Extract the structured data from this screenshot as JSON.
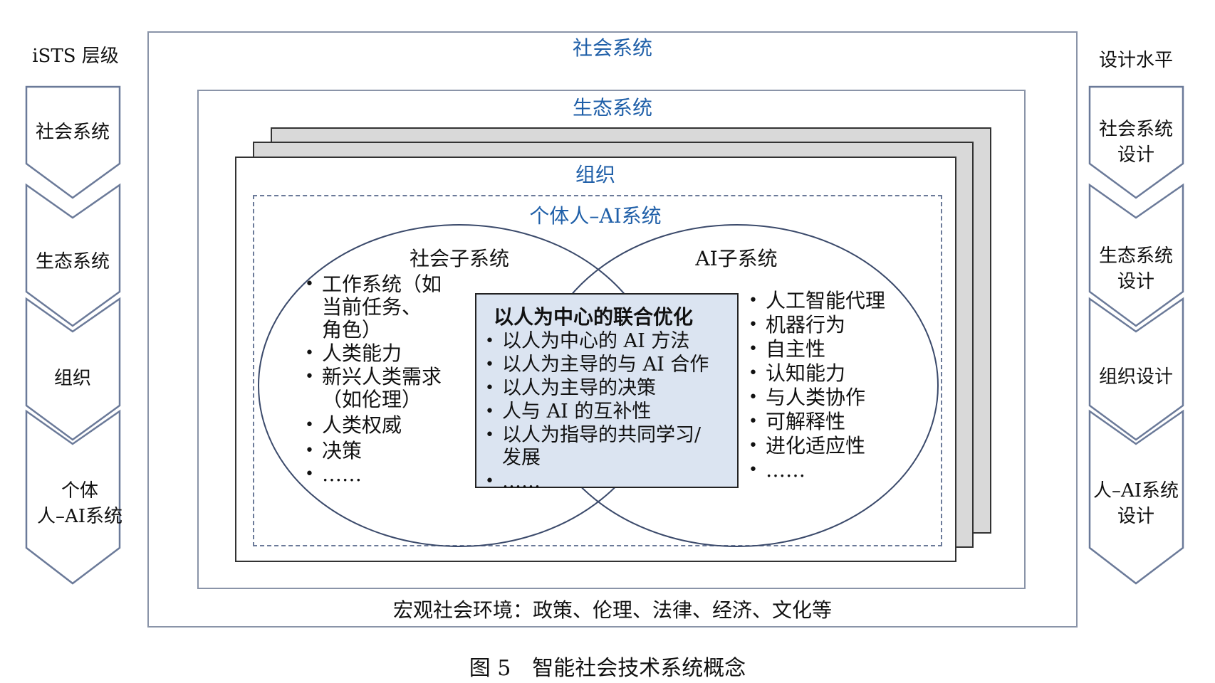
{
  "left_column": {
    "title": "iSTS 层级",
    "levels": [
      {
        "label": "社会系统"
      },
      {
        "label": "生态系统"
      },
      {
        "label": "组织"
      },
      {
        "label": "个体\n人–AI系统"
      }
    ]
  },
  "right_column": {
    "title": "设计水平",
    "levels": [
      {
        "label": "社会系统\n设计"
      },
      {
        "label": "生态系统\n设计"
      },
      {
        "label": "组织设计"
      },
      {
        "label": "人–AI系统\n设计"
      }
    ]
  },
  "boxes": {
    "society": "社会系统",
    "ecosystem": "生态系统",
    "organization": "组织",
    "individual": "个体人–AI系统"
  },
  "social_subsystem": {
    "title": "社会子系统",
    "items": [
      "工作系统（如\n当前任务、\n角色）",
      "人类能力",
      "新兴人类需求\n（如伦理）",
      "人类权威",
      "决策",
      "……"
    ]
  },
  "ai_subsystem": {
    "title": "AI子系统",
    "items": [
      "人工智能代理",
      "机器行为",
      "自主性",
      "认知能力",
      "与人类协作",
      "可解释性",
      "进化适应性",
      "……"
    ]
  },
  "center": {
    "title": "以人为中心的联合优化",
    "items": [
      "以人为中心的 AI 方法",
      "以人为主导的与 AI 合作",
      "以人为主导的决策",
      "人与 AI 的互补性",
      "以人为指导的共同学习/\n发展",
      "……"
    ]
  },
  "footer": "宏观社会环境：政策、伦理、法律、经济、文化等",
  "caption": "图 5　智能社会技术系统概念",
  "colors": {
    "title_blue": "#1f5fa8",
    "frame_border": "#8a94a8",
    "center_fill": "#dbe4f1",
    "stack_fill": "#d9d9d9"
  }
}
